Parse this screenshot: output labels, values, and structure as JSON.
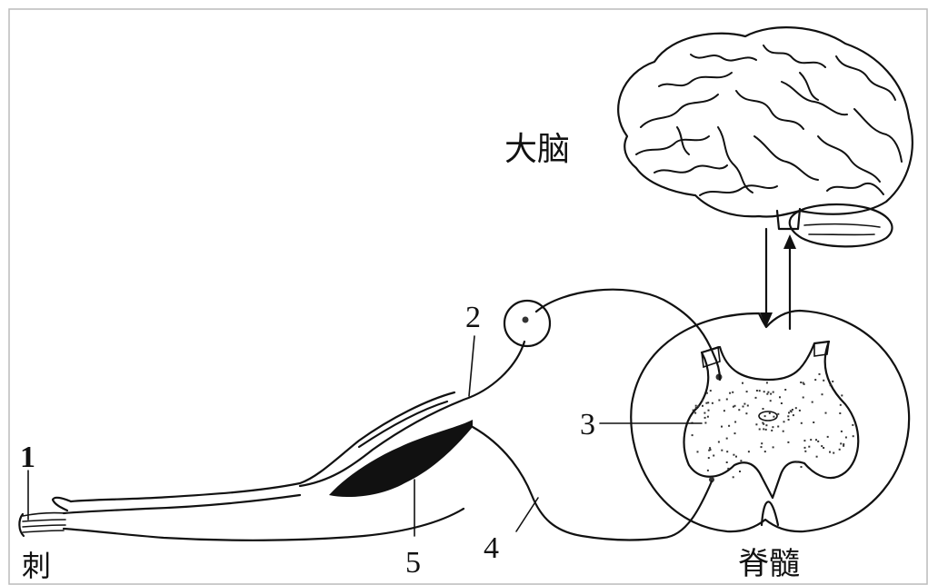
{
  "labels": {
    "brain": "大脑",
    "spinal_cord": "脊髓",
    "stimulus": "刺",
    "n1": "1",
    "n2": "2",
    "n3": "3",
    "n4": "4",
    "n5": "5"
  }
}
